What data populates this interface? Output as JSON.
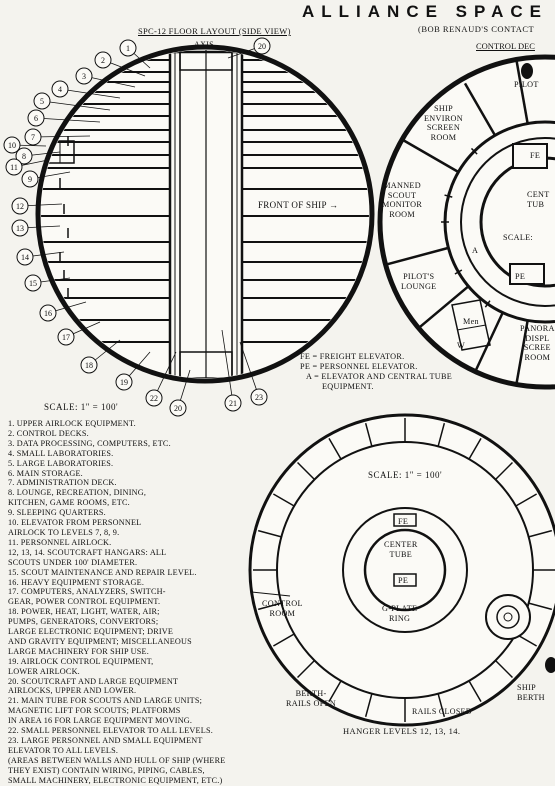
{
  "header": {
    "title": "ALLIANCE SPACE",
    "subtitle": "(BOB RENAUD'S CONTACT",
    "side_view_title": "SPC-12 FLOOR LAYOUT (SIDE VIEW)",
    "control_deck_title": "CONTROL DEC"
  },
  "side_view": {
    "axis_label": "AXIS",
    "front_label": "FRONT OF SHIP →",
    "scale": "SCALE:  1\" = 100'",
    "callouts": [
      "1",
      "2",
      "3",
      "4",
      "5",
      "6",
      "7",
      "8",
      "9",
      "10",
      "11",
      "12",
      "13",
      "14",
      "15",
      "16",
      "17",
      "18",
      "19",
      "20",
      "20",
      "21",
      "22",
      "23"
    ]
  },
  "control_deck": {
    "labels": {
      "pilot": "PILOT",
      "environ": "SHIP\nENVIRON\nSCREEN\nROOM",
      "manned": "MANNED\nSCOUT\nMONITOR\nROOM",
      "lounge": "PILOT'S\nLOUNGE",
      "fe": "FE",
      "pe": "PE",
      "center_tube": "CENT\nTUB",
      "scale": "SCALE:",
      "a": "A",
      "men": "Men",
      "w": "W",
      "panorama": "PANORA\nDISPL\nSCREE\nROOM"
    }
  },
  "key": [
    "FE = FREIGHT ELEVATOR.",
    "PE = PERSONNEL ELEVATOR.",
    "A = ELEVATOR AND CENTRAL TUBE",
    "EQUIPMENT."
  ],
  "legend": [
    "1. UPPER AIRLOCK EQUIPMENT.",
    "2. CONTROL DECKS.",
    "3. DATA PROCESSING, COMPUTERS, ETC.",
    "4. SMALL LABORATORIES.",
    "5. LARGE LABORATORIES.",
    "6. MAIN STORAGE.",
    "7. ADMINISTRATION DECK.",
    "8. LOUNGE, RECREATION, DINING,",
    "    KITCHEN, GAME ROOMS, ETC.",
    "9. SLEEPING QUARTERS.",
    "10. ELEVATOR FROM PERSONNEL",
    "    AIRLOCK TO LEVELS 7, 8, 9.",
    "11. PERSONNEL AIRLOCK.",
    "12, 13, 14. SCOUTCRAFT HANGARS: ALL",
    "    SCOUTS UNDER 100' DIAMETER.",
    "15. SCOUT MAINTENANCE AND REPAIR LEVEL.",
    "16. HEAVY EQUIPMENT STORAGE.",
    "17. COMPUTERS, ANALYZERS, SWITCH-",
    "    GEAR, POWER CONTROL EQUIPMENT.",
    "18. POWER, HEAT, LIGHT, WATER, AIR;",
    "    PUMPS, GENERATORS, CONVERTORS;",
    "    LARGE ELECTRONIC EQUIPMENT; DRIVE",
    "    AND GRAVITY EQUIPMENT; MISCELLANEOUS",
    "    LARGE MACHINERY FOR SHIP USE.",
    "19. AIRLOCK CONTROL EQUIPMENT,",
    "    LOWER AIRLOCK.",
    "20. SCOUTCRAFT AND LARGE EQUIPMENT",
    "    AIRLOCKS, UPPER AND LOWER.",
    "21. MAIN TUBE FOR SCOUTS AND LARGE UNITS;",
    "    MAGNETIC LIFT FOR SCOUTS; PLATFORMS",
    "    IN AREA 16 FOR LARGE EQUIPMENT MOVING.",
    "22. SMALL PERSONNEL ELEVATOR TO ALL LEVELS.",
    "23. LARGE PERSONNEL AND SMALL EQUIPMENT",
    "    ELEVATOR TO ALL LEVELS.",
    "(AREAS BETWEEN WALLS AND HULL OF SHIP (WHERE",
    "THEY EXIST) CONTAIN WIRING, PIPING, CABLES,",
    "SMALL MACHINERY, ELECTRONIC EQUIPMENT, ETC.)"
  ],
  "hangar": {
    "scale": "SCALE:  1\" = 100'",
    "fe": "FE",
    "pe": "PE",
    "center_tube": "CENTER\nTUBE",
    "gplate": "G-PLATE\nRING",
    "control_room": "CONTROL\nROOM",
    "berth_rails_open": "BERTH-\nRAILS OPEN",
    "rails_closed": "RAILS CLOSED",
    "ship_berth": "SHIP\nBERTH",
    "caption": "HANGER LEVELS 12, 13, 14."
  }
}
